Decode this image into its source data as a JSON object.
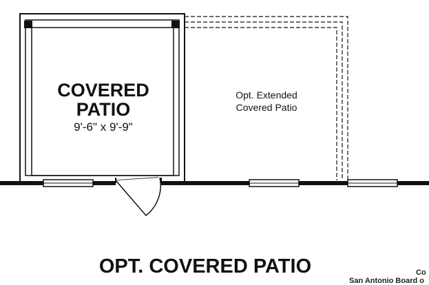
{
  "covered_patio": {
    "title_line1": "COVERED",
    "title_line2": "PATIO",
    "dimensions": "9'-6\" x 9'-9\""
  },
  "extended_patio": {
    "line1": "Opt. Extended",
    "line2": "Covered Patio"
  },
  "caption": "OPT. COVERED PATIO",
  "watermark": {
    "line1": "Co",
    "line2": "San Antonio Board o"
  }
}
